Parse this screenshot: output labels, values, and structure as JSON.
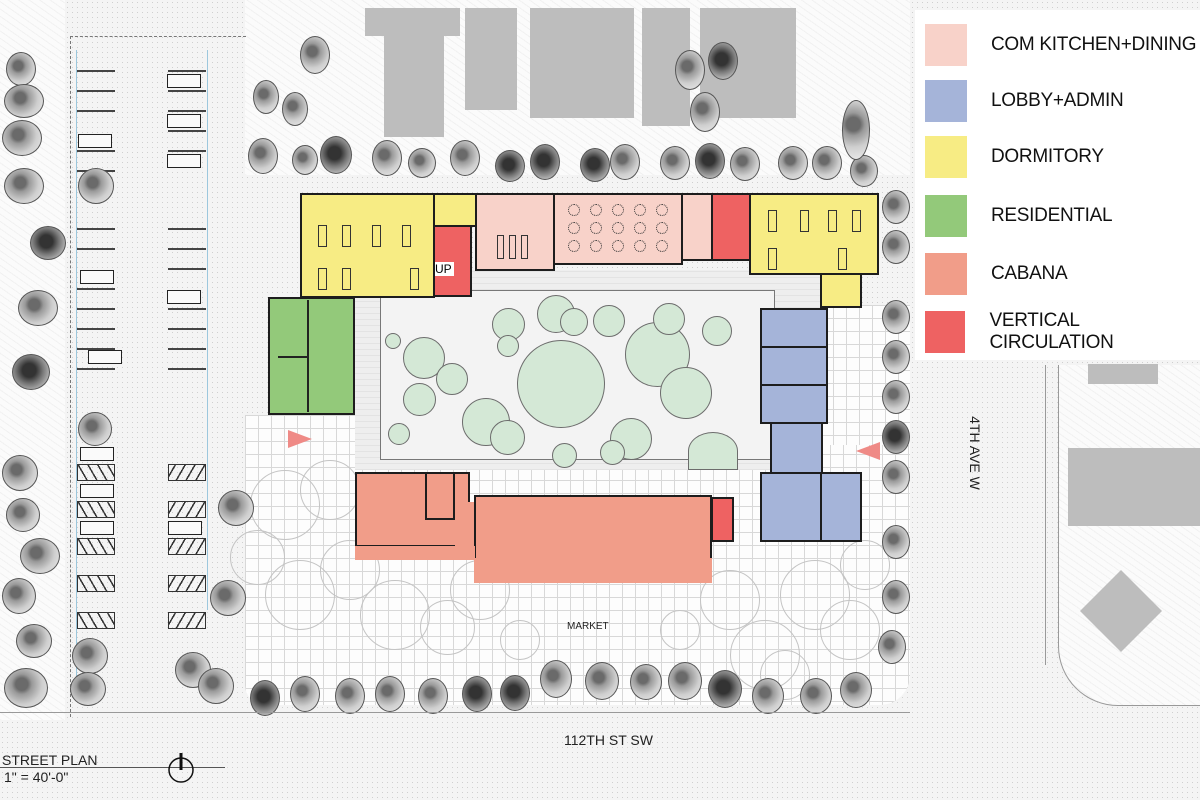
{
  "plan": {
    "title": "STREET PLAN",
    "scale": "1\" = 40'-0\"",
    "north_arrow": "north-arrow"
  },
  "streets": {
    "south": "112TH ST SW",
    "east": "4TH AVE W"
  },
  "site_labels": {
    "market": "MARKET",
    "up": "UP"
  },
  "legend": {
    "items": [
      {
        "label": "COM KITCHEN+DINING",
        "color": "#f8d2c9"
      },
      {
        "label": "LOBBY+ADMIN",
        "color": "#a5b4d9"
      },
      {
        "label": "DORMITORY",
        "color": "#f7ec84"
      },
      {
        "label": "RESIDENTIAL",
        "color": "#93c97a"
      },
      {
        "label": "CABANA",
        "color": "#f19d89"
      },
      {
        "label": "VERTICAL CIRCULATION",
        "color": "#ee6262"
      }
    ]
  },
  "colors": {
    "kitchen": "#f8d2c9",
    "lobby": "#a5b4d9",
    "dorm": "#f7ec84",
    "residential": "#93c97a",
    "cabana": "#f19d89",
    "circulation": "#ee6262",
    "courtyard_canopy": "#d4e8d6",
    "neighbor_building": "#bdbdbd",
    "entry_arrow": "#ef8a86"
  }
}
